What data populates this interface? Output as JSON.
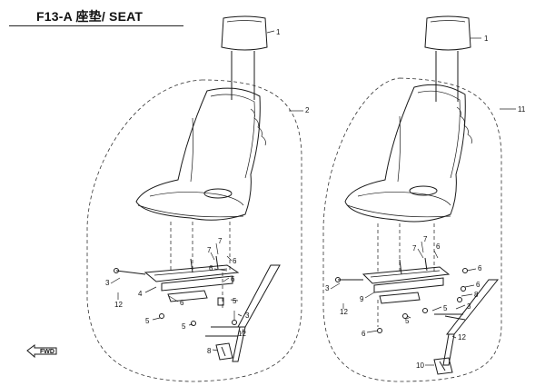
{
  "title": "F13-A 座垫/ SEAT",
  "left_assembly": {
    "callouts": [
      "1",
      "2",
      "7",
      "7",
      "6",
      "6",
      "6",
      "3",
      "4",
      "12",
      "6",
      "5",
      "5",
      "5",
      "3",
      "12",
      "8"
    ],
    "forward_label": "FWD"
  },
  "right_assembly": {
    "callouts": [
      "1",
      "11",
      "7",
      "7",
      "6",
      "6",
      "6",
      "8",
      "3",
      "9",
      "12",
      "5",
      "5",
      "3",
      "6",
      "12",
      "10"
    ]
  }
}
